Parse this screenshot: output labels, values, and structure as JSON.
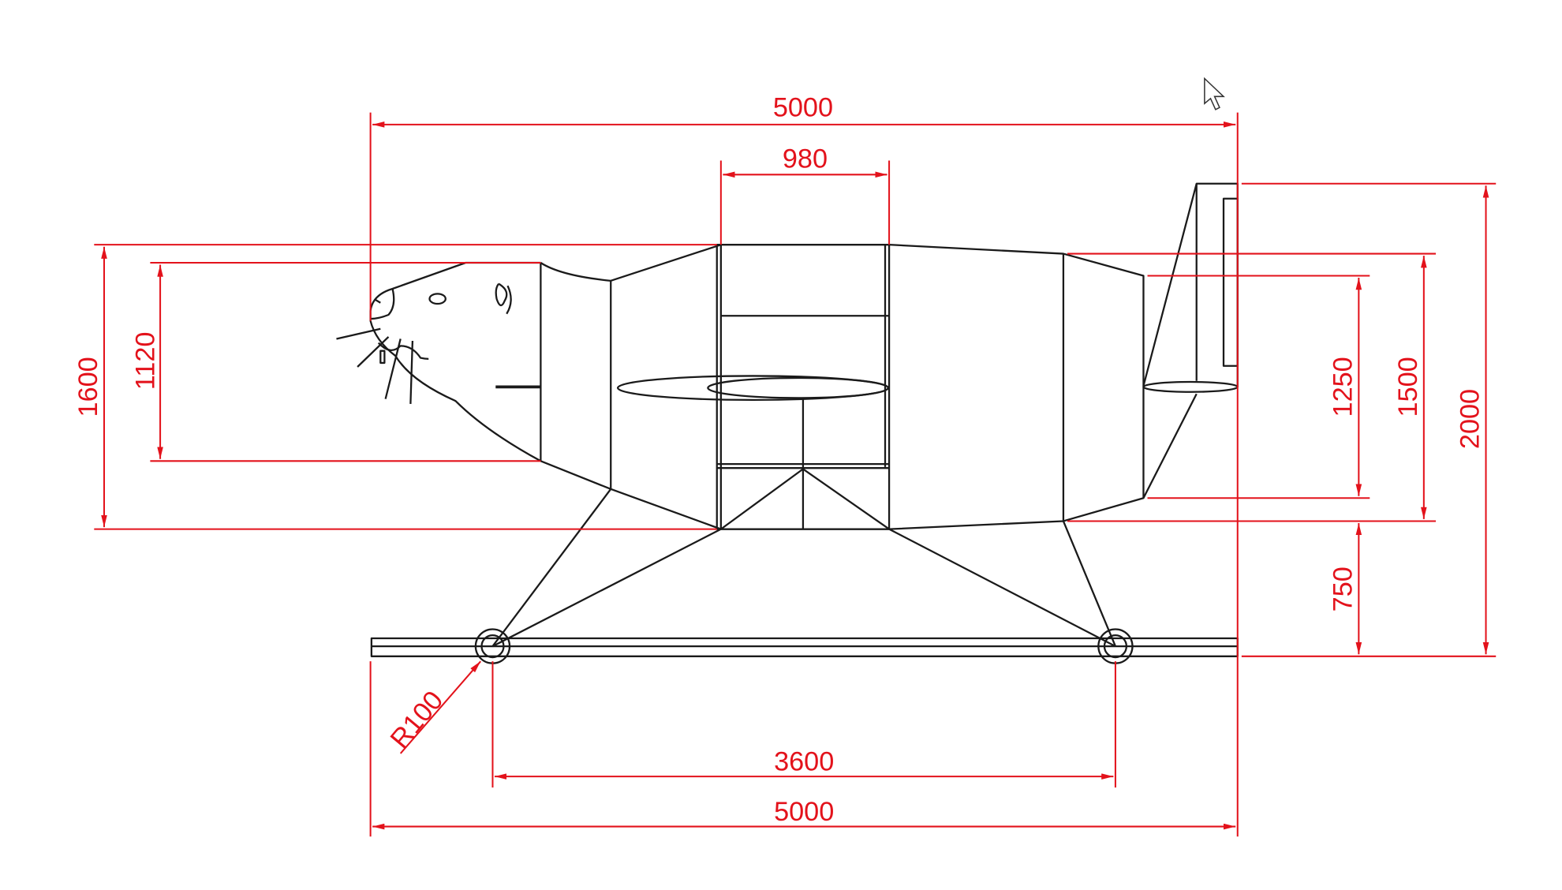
{
  "drawing": {
    "dimension_color": "#e3121b",
    "outline_color": "#1a1a1a",
    "dimensions": {
      "overall_length_top": "5000",
      "section_width": "980",
      "body_height": "1600",
      "head_height": "1120",
      "tail_height": "2000",
      "rear_body_height": "1500",
      "rear_section_height": "1250",
      "ground_clearance": "750",
      "wheel_spacing": "3600",
      "overall_length_bottom": "5000",
      "wheel_radius": "R100"
    }
  }
}
